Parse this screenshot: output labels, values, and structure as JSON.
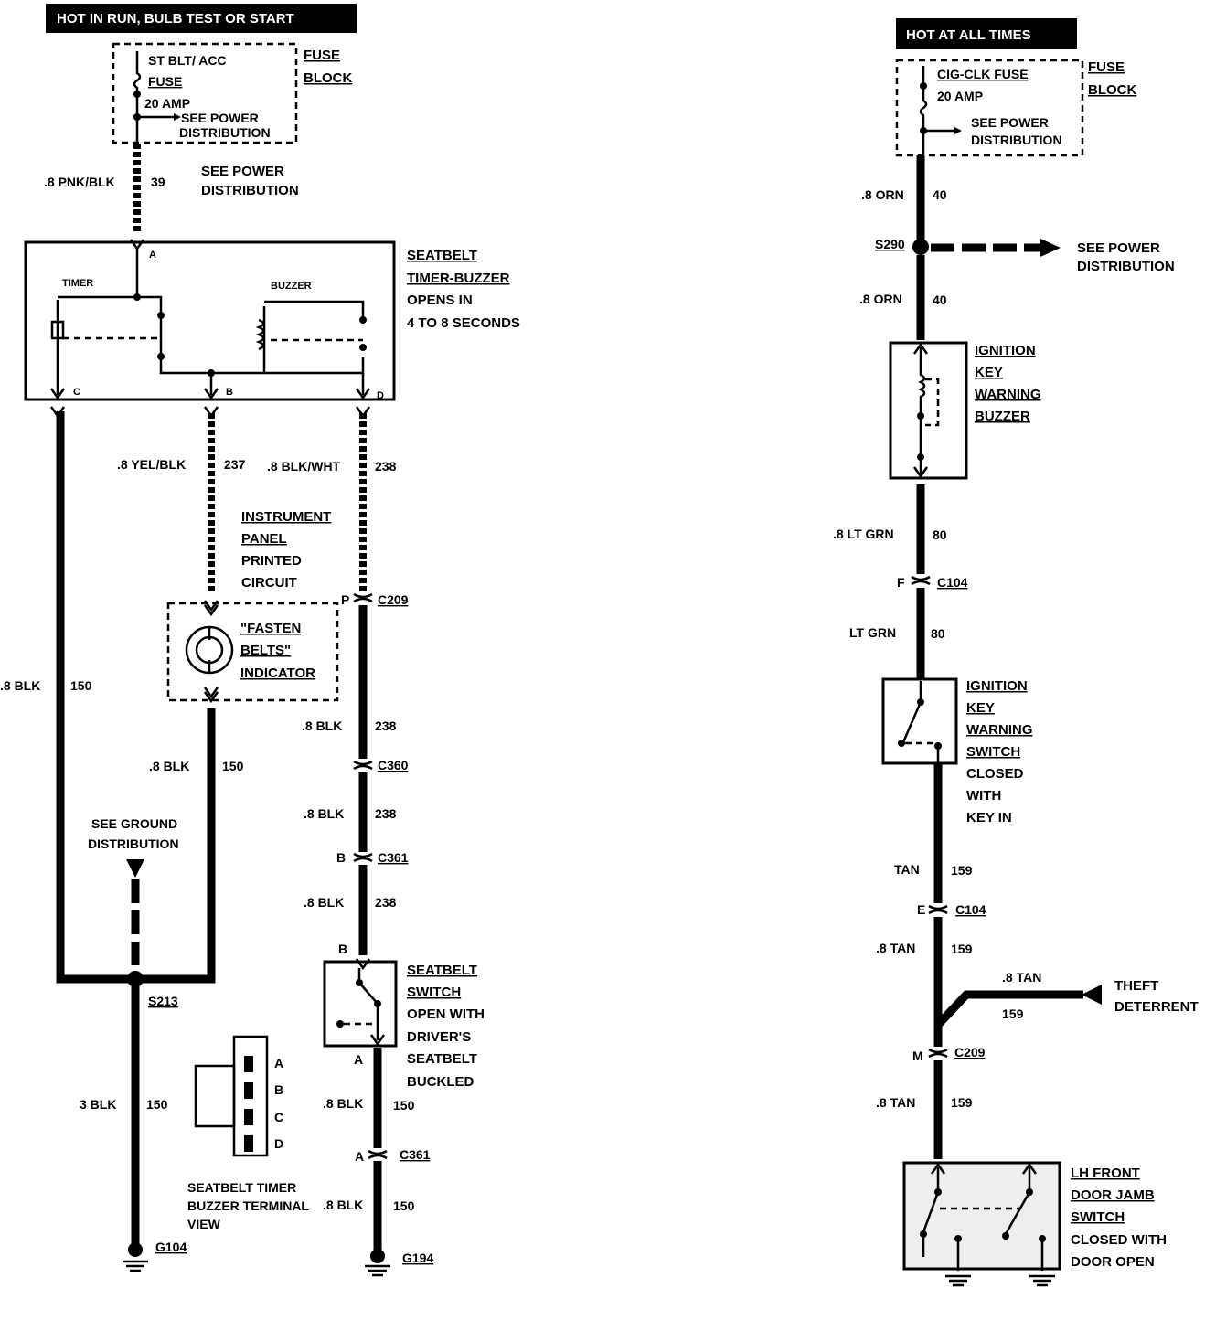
{
  "left": {
    "header": "HOT IN RUN,  BULB TEST OR START",
    "fuse": {
      "name": "ST BLT/ ACC",
      "type": "FUSE",
      "rating": "20 AMP",
      "see1": "SEE POWER",
      "see2": "DISTRIBUTION"
    },
    "fuse_block": [
      "FUSE",
      "BLOCK"
    ],
    "wire39": {
      "gauge": ".8 PNK/BLK",
      "circuit": "39"
    },
    "see_power": [
      "SEE POWER",
      "DISTRIBUTION"
    ],
    "module": {
      "title": [
        "SEATBELT",
        "TIMER-BUZZER"
      ],
      "desc": [
        "OPENS IN",
        "4 TO 8 SECONDS"
      ],
      "timer": "TIMER",
      "buzzer": "BUZZER",
      "pins": [
        "A",
        "C",
        "B",
        "D"
      ]
    },
    "wire237": {
      "gauge": ".8 YEL/BLK",
      "circuit": "237"
    },
    "wire238": {
      "gauge": ".8 BLK/WHT",
      "circuit": "238"
    },
    "ipc": [
      "INSTRUMENT",
      "PANEL",
      "PRINTED",
      "CIRCUIT"
    ],
    "indicator": [
      "\"FASTEN",
      "BELTS\"",
      "INDICATOR"
    ],
    "c209": {
      "pin": "P",
      "name": "C209"
    },
    "wire150_left": {
      "gauge": ".8 BLK",
      "circuit": "150"
    },
    "wire150_mid": {
      "gauge": ".8 BLK",
      "circuit": "150"
    },
    "w238a": {
      "gauge": ".8 BLK",
      "circuit": "238"
    },
    "c360": "C360",
    "w238b": {
      "gauge": ".8 BLK",
      "circuit": "238"
    },
    "c361a": {
      "pin": "B",
      "name": "C361"
    },
    "w238c": {
      "gauge": ".8 BLK",
      "circuit": "238"
    },
    "ground_see": [
      "SEE GROUND",
      "DISTRIBUTION"
    ],
    "splice": "S213",
    "seatbelt_switch": {
      "pin_top": "B",
      "pin_bottom": "A",
      "title": [
        "SEATBELT",
        "SWITCH"
      ],
      "desc": [
        "OPEN WITH",
        "DRIVER'S",
        "SEATBELT",
        "BUCKLED"
      ]
    },
    "w150_ground": {
      "gauge": "3 BLK",
      "circuit": "150"
    },
    "terminal_view": {
      "pins": [
        "A",
        "B",
        "C",
        "D"
      ],
      "caption": [
        "SEATBELT TIMER",
        "BUZZER TERMINAL",
        "VIEW"
      ]
    },
    "w150_sw": {
      "gauge": ".8 BLK",
      "circuit": "150"
    },
    "c361b": {
      "pin": "A",
      "name": "C361"
    },
    "w150_sw2": {
      "gauge": ".8 BLK",
      "circuit": "150"
    },
    "g104": "G104",
    "g194": "G194"
  },
  "right": {
    "header": "HOT AT ALL TIMES",
    "fuse": {
      "name": "CIG-CLK FUSE",
      "rating": "20 AMP",
      "see1": "SEE POWER",
      "see2": "DISTRIBUTION"
    },
    "fuse_block": [
      "FUSE",
      "BLOCK"
    ],
    "w40a": {
      "gauge": ".8 ORN",
      "circuit": "40"
    },
    "splice": "S290",
    "see_power": [
      "SEE POWER",
      "DISTRIBUTION"
    ],
    "w40b": {
      "gauge": ".8 ORN",
      "circuit": "40"
    },
    "buzzer": [
      "IGNITION",
      "KEY",
      "WARNING",
      "BUZZER"
    ],
    "w80a": {
      "gauge": ".8 LT GRN",
      "circuit": "80"
    },
    "c104a": {
      "pin": "F",
      "name": "C104"
    },
    "w80b": {
      "gauge": "LT GRN",
      "circuit": "80"
    },
    "switch": [
      "IGNITION",
      "KEY",
      "WARNING",
      "SWITCH"
    ],
    "switch_desc": [
      "CLOSED",
      "WITH",
      "KEY IN"
    ],
    "w159a": {
      "gauge": "TAN",
      "circuit": "159"
    },
    "c104b": {
      "pin": "E",
      "name": "C104"
    },
    "w159b": {
      "gauge": ".8 TAN",
      "circuit": "159"
    },
    "theft": {
      "gauge": ".8 TAN",
      "circuit": "159",
      "label": [
        "THEFT",
        "DETERRENT"
      ]
    },
    "c209": {
      "pin": "M",
      "name": "C209"
    },
    "w159c": {
      "gauge": ".8 TAN",
      "circuit": "159"
    },
    "door_switch": [
      "LH FRONT",
      "DOOR JAMB",
      "SWITCH"
    ],
    "door_desc": [
      "CLOSED WITH",
      "DOOR OPEN"
    ]
  }
}
